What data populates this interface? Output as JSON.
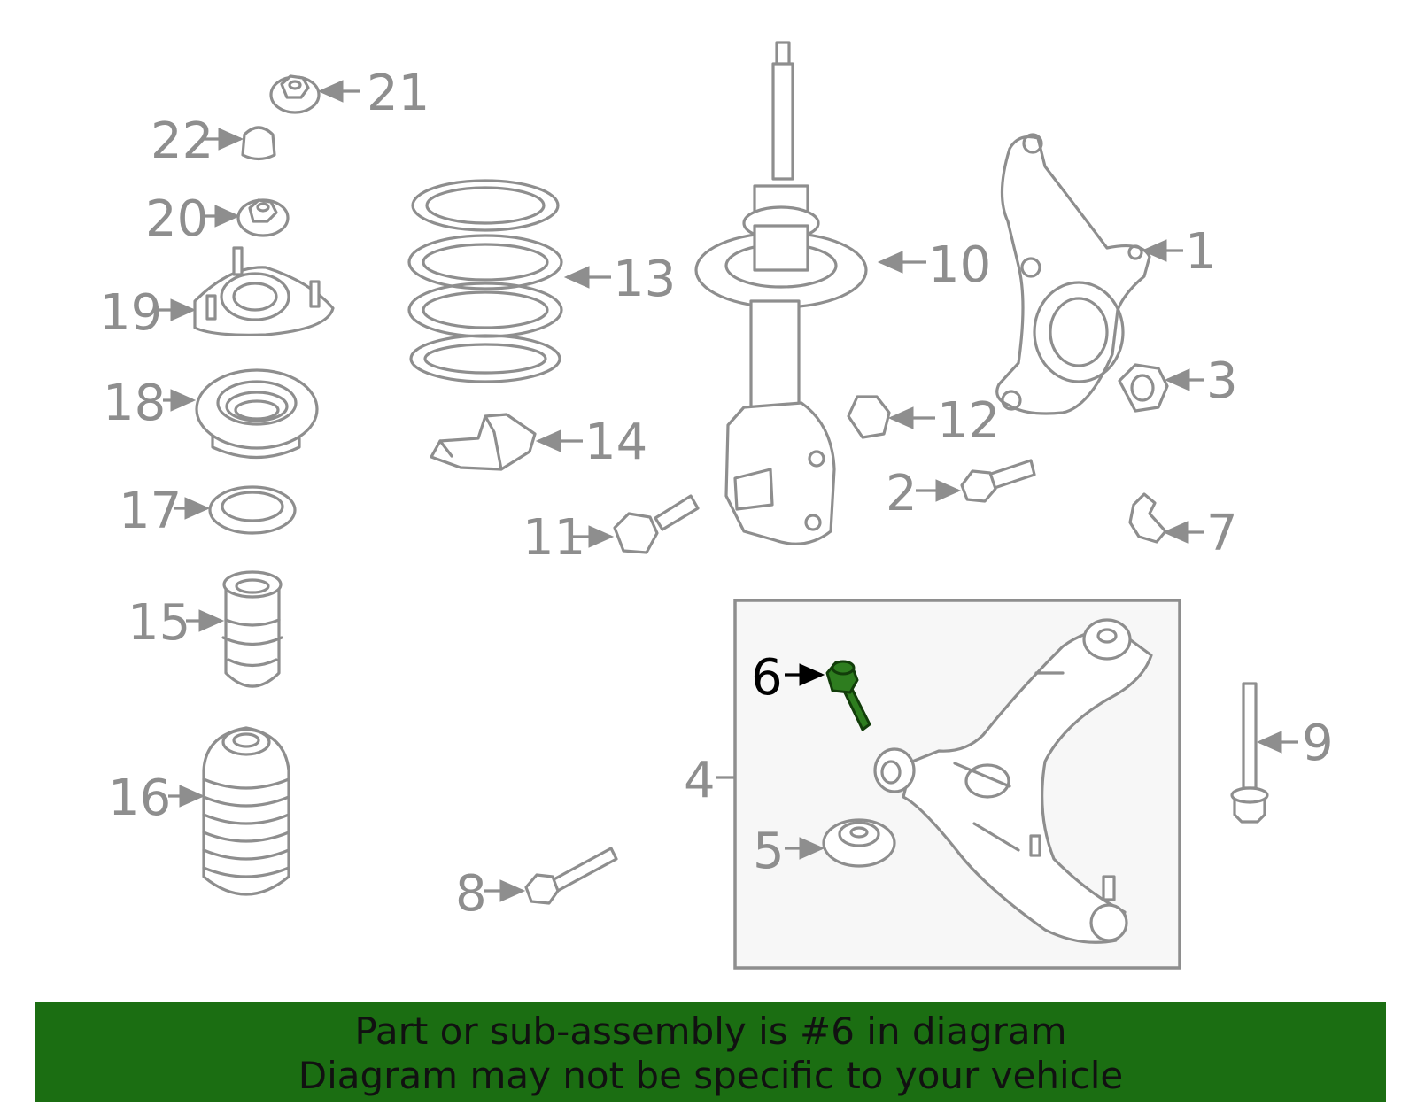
{
  "banner": {
    "line1": "Part or sub-assembly is #6 in diagram",
    "line2": "Diagram may not be specific to your vehicle",
    "background": "#1b6e12"
  },
  "diagram": {
    "highlighted_part": "6",
    "highlight_color": "#2e7d1f",
    "line_color": "#8e8e8e",
    "callouts": [
      "1",
      "2",
      "3",
      "4",
      "5",
      "6",
      "7",
      "8",
      "9",
      "10",
      "11",
      "12",
      "13",
      "14",
      "15",
      "16",
      "17",
      "18",
      "19",
      "20",
      "21",
      "22"
    ]
  }
}
